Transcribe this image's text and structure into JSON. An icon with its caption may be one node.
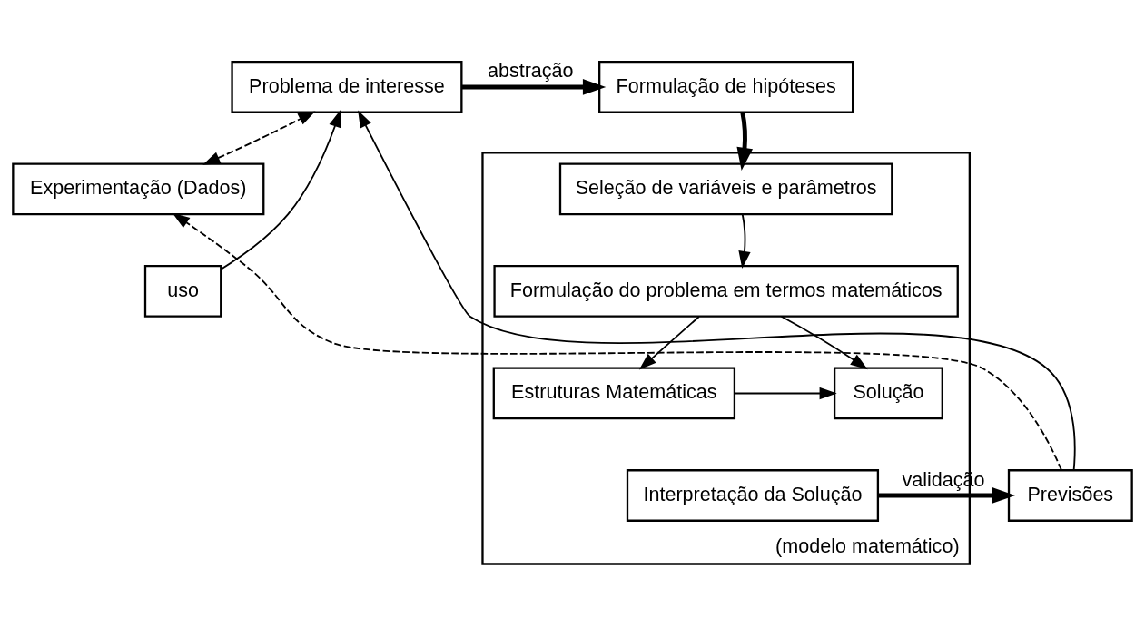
{
  "diagram": {
    "nodes": [
      {
        "text": [
          "Problema de interesse"
        ]
      },
      {
        "text": [
          "Formulação de hipóteses"
        ]
      },
      {
        "text": [
          "Experimentação (Dados)"
        ]
      },
      {
        "text": [
          "(modelo matemático)"
        ]
      },
      {
        "text": [
          "Seleção de variáveis e parâmetros"
        ],
        "in": 3
      },
      {
        "text": [
          "uso"
        ]
      },
      {
        "text": [
          "Formulação do problema em termos matemáticos"
        ],
        "in": 3
      },
      {
        "text": [
          "Estruturas Matemáticas"
        ],
        "in": 3
      },
      {
        "text": [
          "Solução"
        ],
        "in": 3
      },
      {
        "text": [
          "Previsões"
        ]
      },
      {
        "text": [
          "Interpretação da Solução"
        ],
        "in": 3
      }
    ],
    "edges": [
      {
        "from": 0,
        "to": 1,
        "arrow": "to",
        "label": "abstração",
        "style": "thick"
      },
      {
        "from": 1,
        "to": 4,
        "arrow": "to",
        "style": "thick"
      },
      {
        "from": 2,
        "to": 0,
        "arrow": "both",
        "style": "dashed"
      },
      {
        "from": 9,
        "to": 2,
        "arrow": "to",
        "style": "dashed"
      },
      {
        "from": 4,
        "to": 6,
        "arrow": "to"
      },
      {
        "from": 6,
        "to": 7,
        "arrow": "to"
      },
      {
        "from": 6,
        "to": 8,
        "arrow": "to"
      },
      {
        "from": 7,
        "to": 8,
        "arrow": "to"
      },
      {
        "from": 10,
        "to": 9,
        "arrow": "to",
        "label": "validação",
        "style": "thick"
      },
      {
        "from": 9,
        "to": 0,
        "arrow": "to"
      },
      {
        "from": 5,
        "to": 0,
        "arrow": "to"
      }
    ]
  }
}
